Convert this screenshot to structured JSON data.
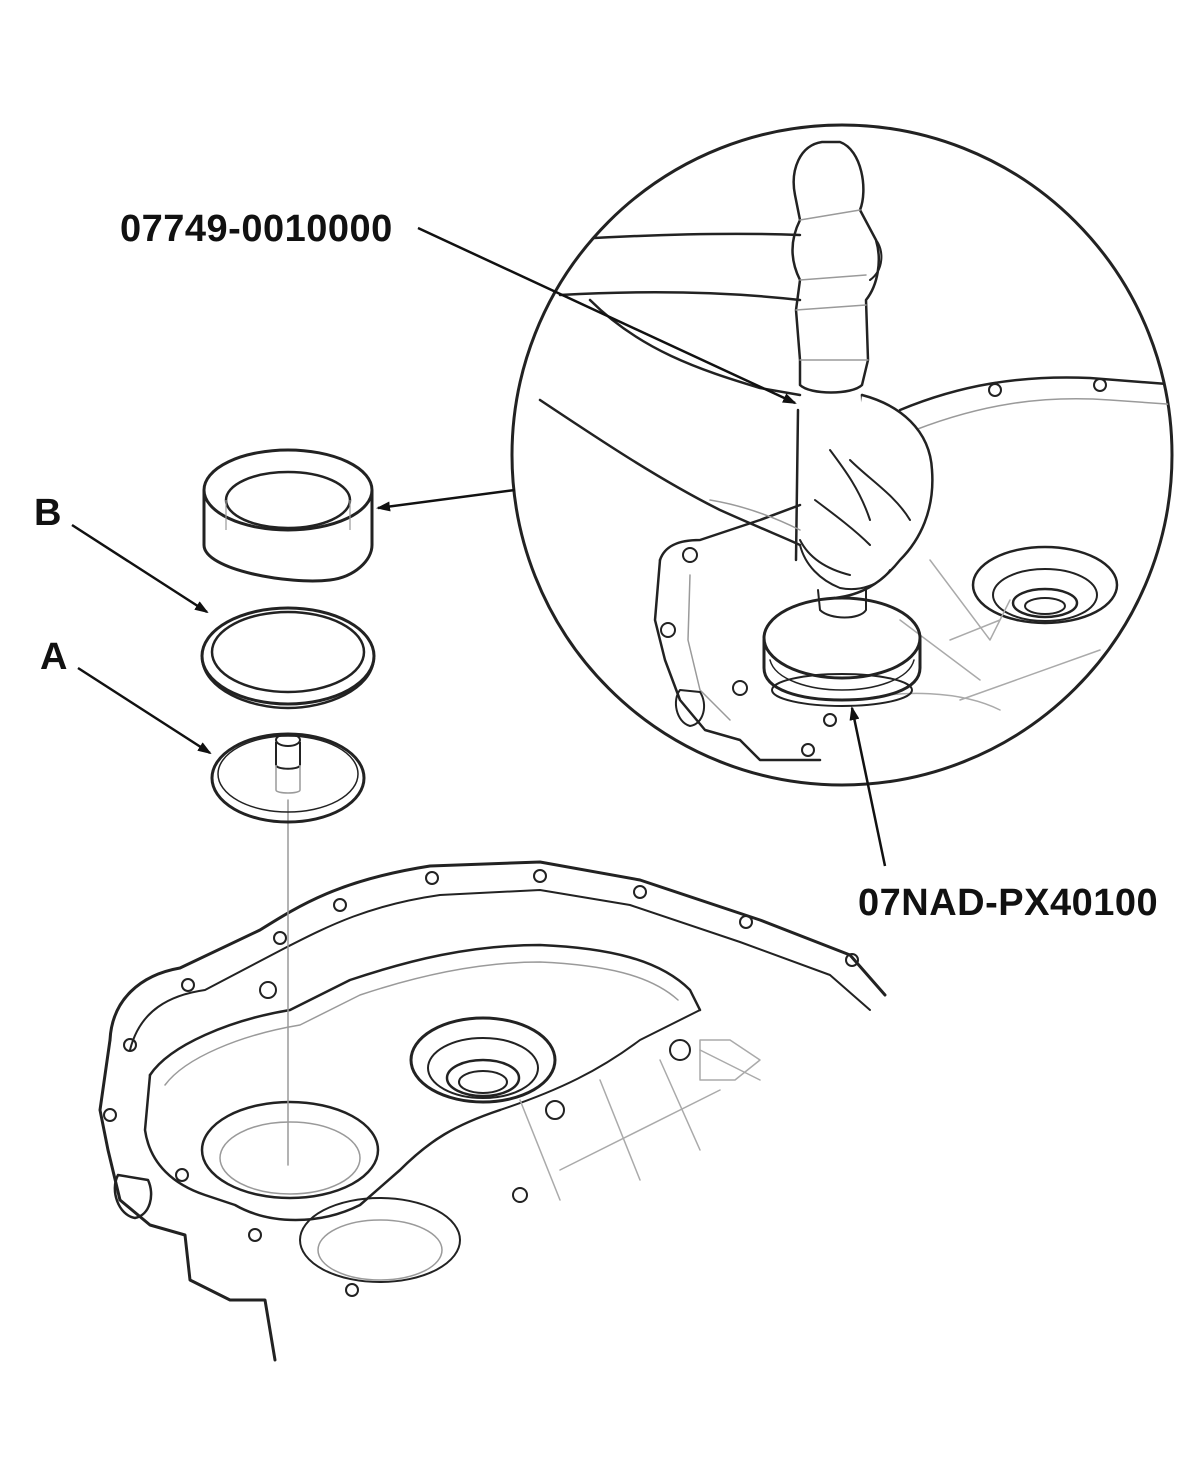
{
  "callouts": {
    "upper_tool": "07749-0010000",
    "lower_tool": "07NAD-PX40100",
    "part_b": "B",
    "part_a": "A"
  },
  "colors": {
    "line": "#222222",
    "light_line": "#9a9a9a",
    "text": "#111111",
    "background": "#ffffff"
  }
}
